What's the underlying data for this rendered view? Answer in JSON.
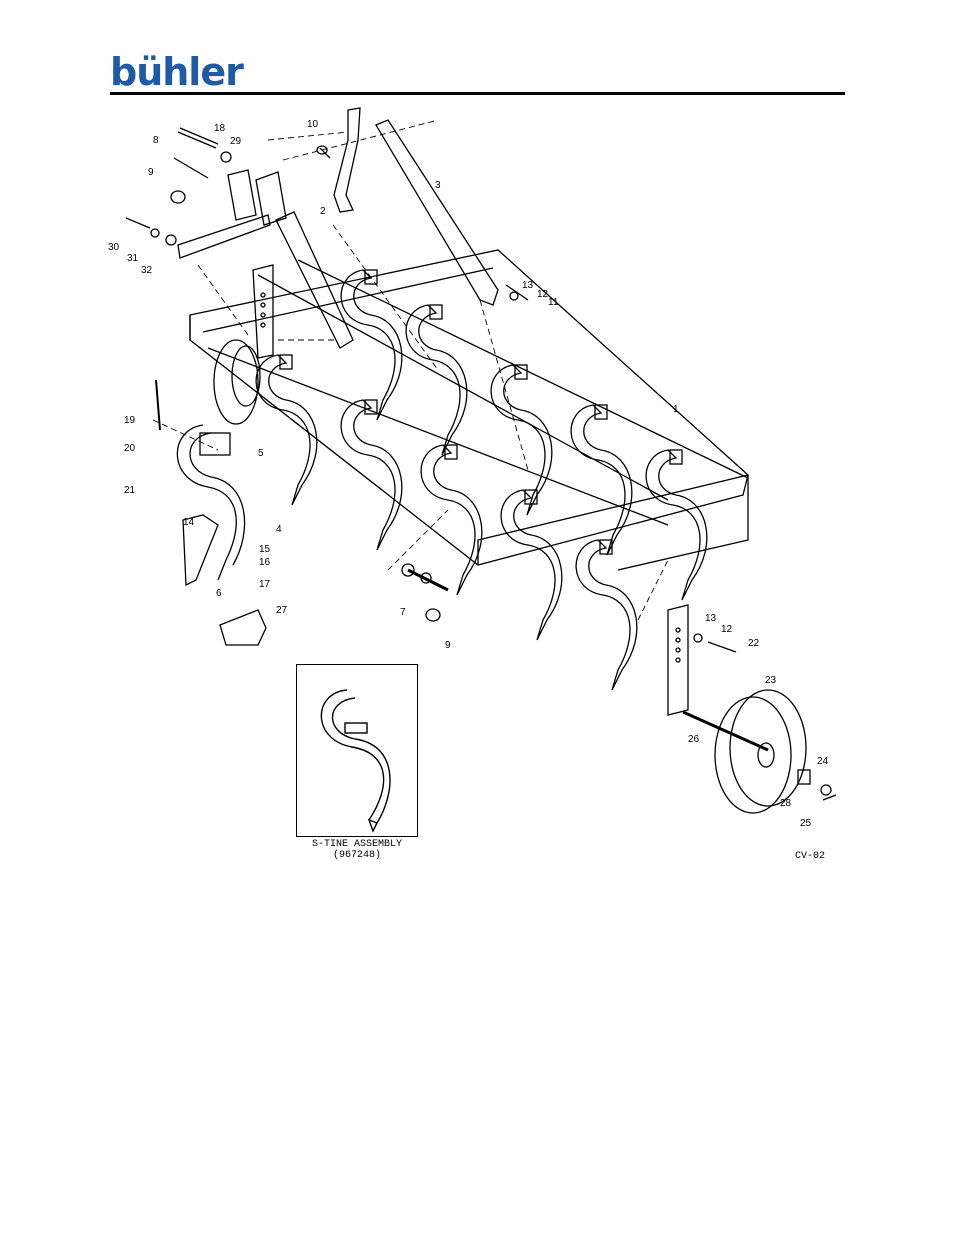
{
  "header": {
    "logo_text": "bühler",
    "brand_color": "#1f5aa6"
  },
  "diagram": {
    "callouts": [
      "1",
      "2",
      "3",
      "4",
      "5",
      "6",
      "7",
      "8",
      "9",
      "9",
      "10",
      "11",
      "12",
      "12",
      "13",
      "13",
      "14",
      "15",
      "16",
      "17",
      "18",
      "19",
      "20",
      "21",
      "22",
      "23",
      "24",
      "25",
      "26",
      "27",
      "28",
      "29",
      "30",
      "31",
      "32"
    ],
    "inset_caption_line1": "S-TINE ASSEMBLY",
    "inset_caption_line2": "(967248)",
    "drawing_code": "CV-02"
  }
}
